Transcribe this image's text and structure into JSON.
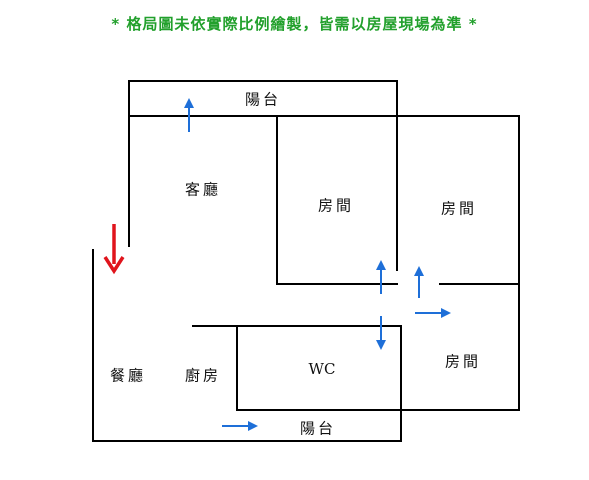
{
  "header": {
    "notice": "* 格局圖未依實際比例繪製，皆需以房屋現場為準 *",
    "notice_color": "#22a02c"
  },
  "rooms": {
    "balcony_top": "陽台",
    "living_room": "客廳",
    "bedroom_1": "房間",
    "bedroom_2": "房間",
    "bedroom_3": "房間",
    "dining_room": "餐廳",
    "kitchen": "廚房",
    "bathroom": "WC",
    "balcony_bottom": "陽台"
  },
  "colors": {
    "wall": "#000000",
    "entrance_arrow": "#e0141c",
    "flow_arrow": "#1e6fd8"
  }
}
